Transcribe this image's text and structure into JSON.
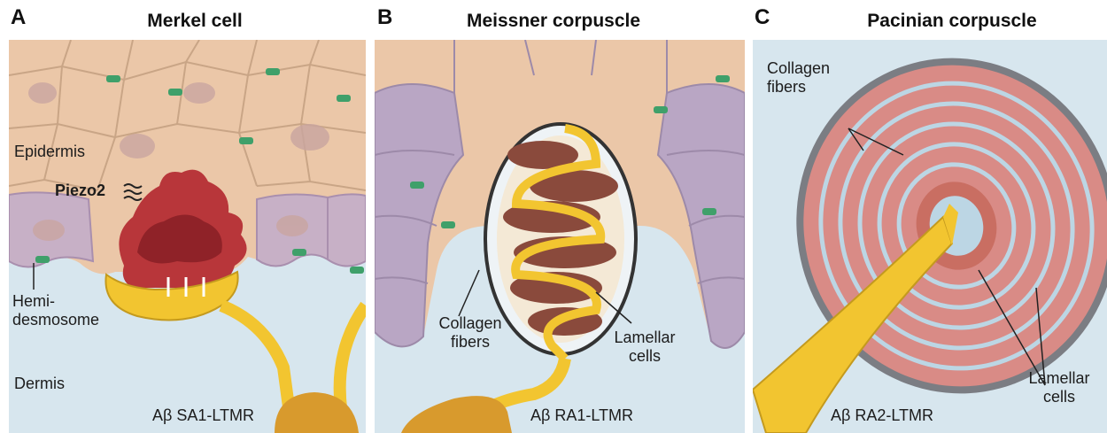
{
  "panels": [
    {
      "letter": "A",
      "title": "Merkel cell",
      "labels": {
        "epidermis": "Epidermis",
        "piezo2": "Piezo2",
        "hemidesmosome_1": "Hemi-",
        "hemidesmosome_2": "desmosome",
        "dermis": "Dermis",
        "neuron": "Aβ SA1-LTMR"
      }
    },
    {
      "letter": "B",
      "title": "Meissner corpuscle",
      "labels": {
        "collagen_1": "Collagen",
        "collagen_2": "fibers",
        "lamellar_1": "Lamellar",
        "lamellar_2": "cells",
        "neuron": "Aβ RA1-LTMR"
      }
    },
    {
      "letter": "C",
      "title": "Pacinian corpuscle",
      "labels": {
        "collagen_1": "Collagen",
        "collagen_2": "fibers",
        "lamellar_1": "Lamellar",
        "lamellar_2": "cells",
        "neuron": "Aβ RA2-LTMR"
      }
    }
  ],
  "colors": {
    "dermis": "#d7e6ee",
    "epidermis_cell": "#ebc7a8",
    "basal_cell": "#b9a6c4",
    "merkel_cell": "#b8363a",
    "nerve": "#f2c530",
    "lamellar": "#8a4a3c",
    "pacinian_ring": "#d98b86"
  }
}
